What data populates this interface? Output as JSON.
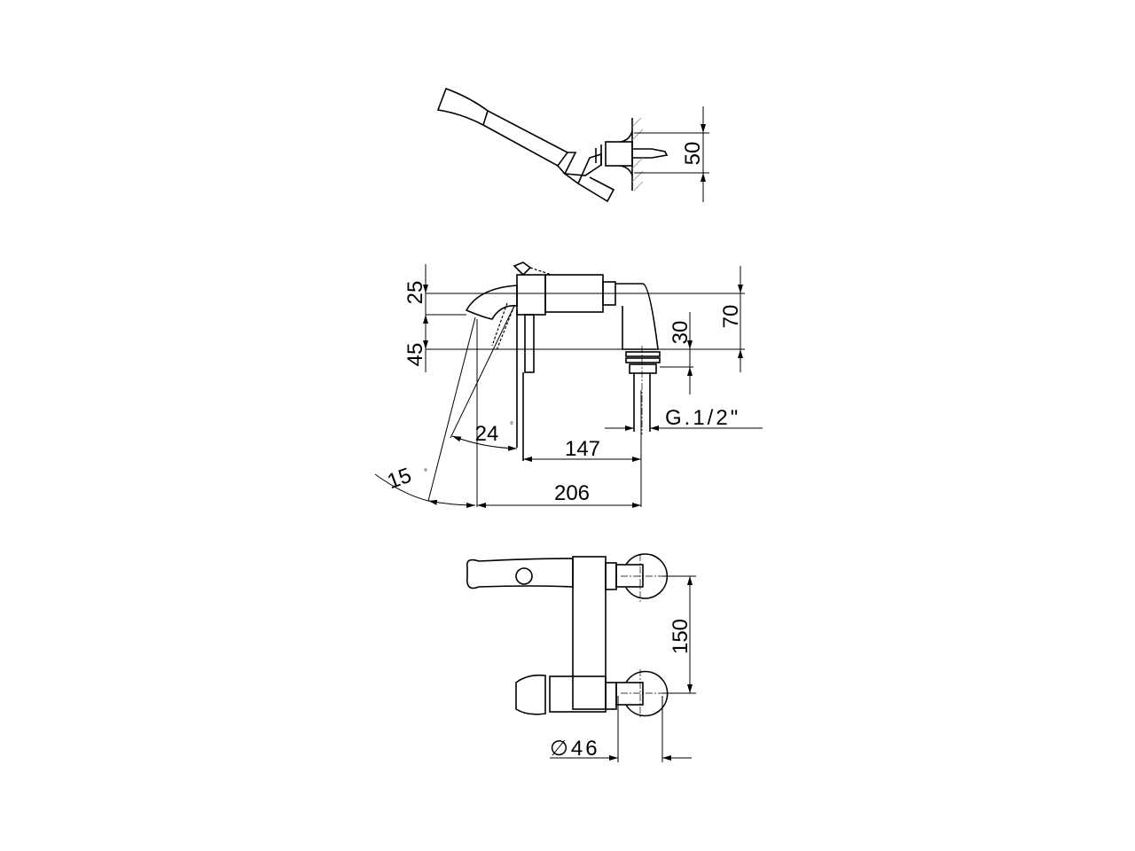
{
  "drawing": {
    "top_view": {
      "dim_height": "50"
    },
    "side_view": {
      "dim_top": "25",
      "dim_spout": "45",
      "dim_total_height": "70",
      "dim_connection": "30",
      "thread": "G.1/2\"",
      "dim_lever": "147",
      "dim_spout_reach": "206",
      "angle_lever": "24",
      "angle_spout": "15",
      "degree_symbol": "°"
    },
    "front_view": {
      "dim_centres": "150",
      "dim_diameter": "∅46"
    }
  }
}
